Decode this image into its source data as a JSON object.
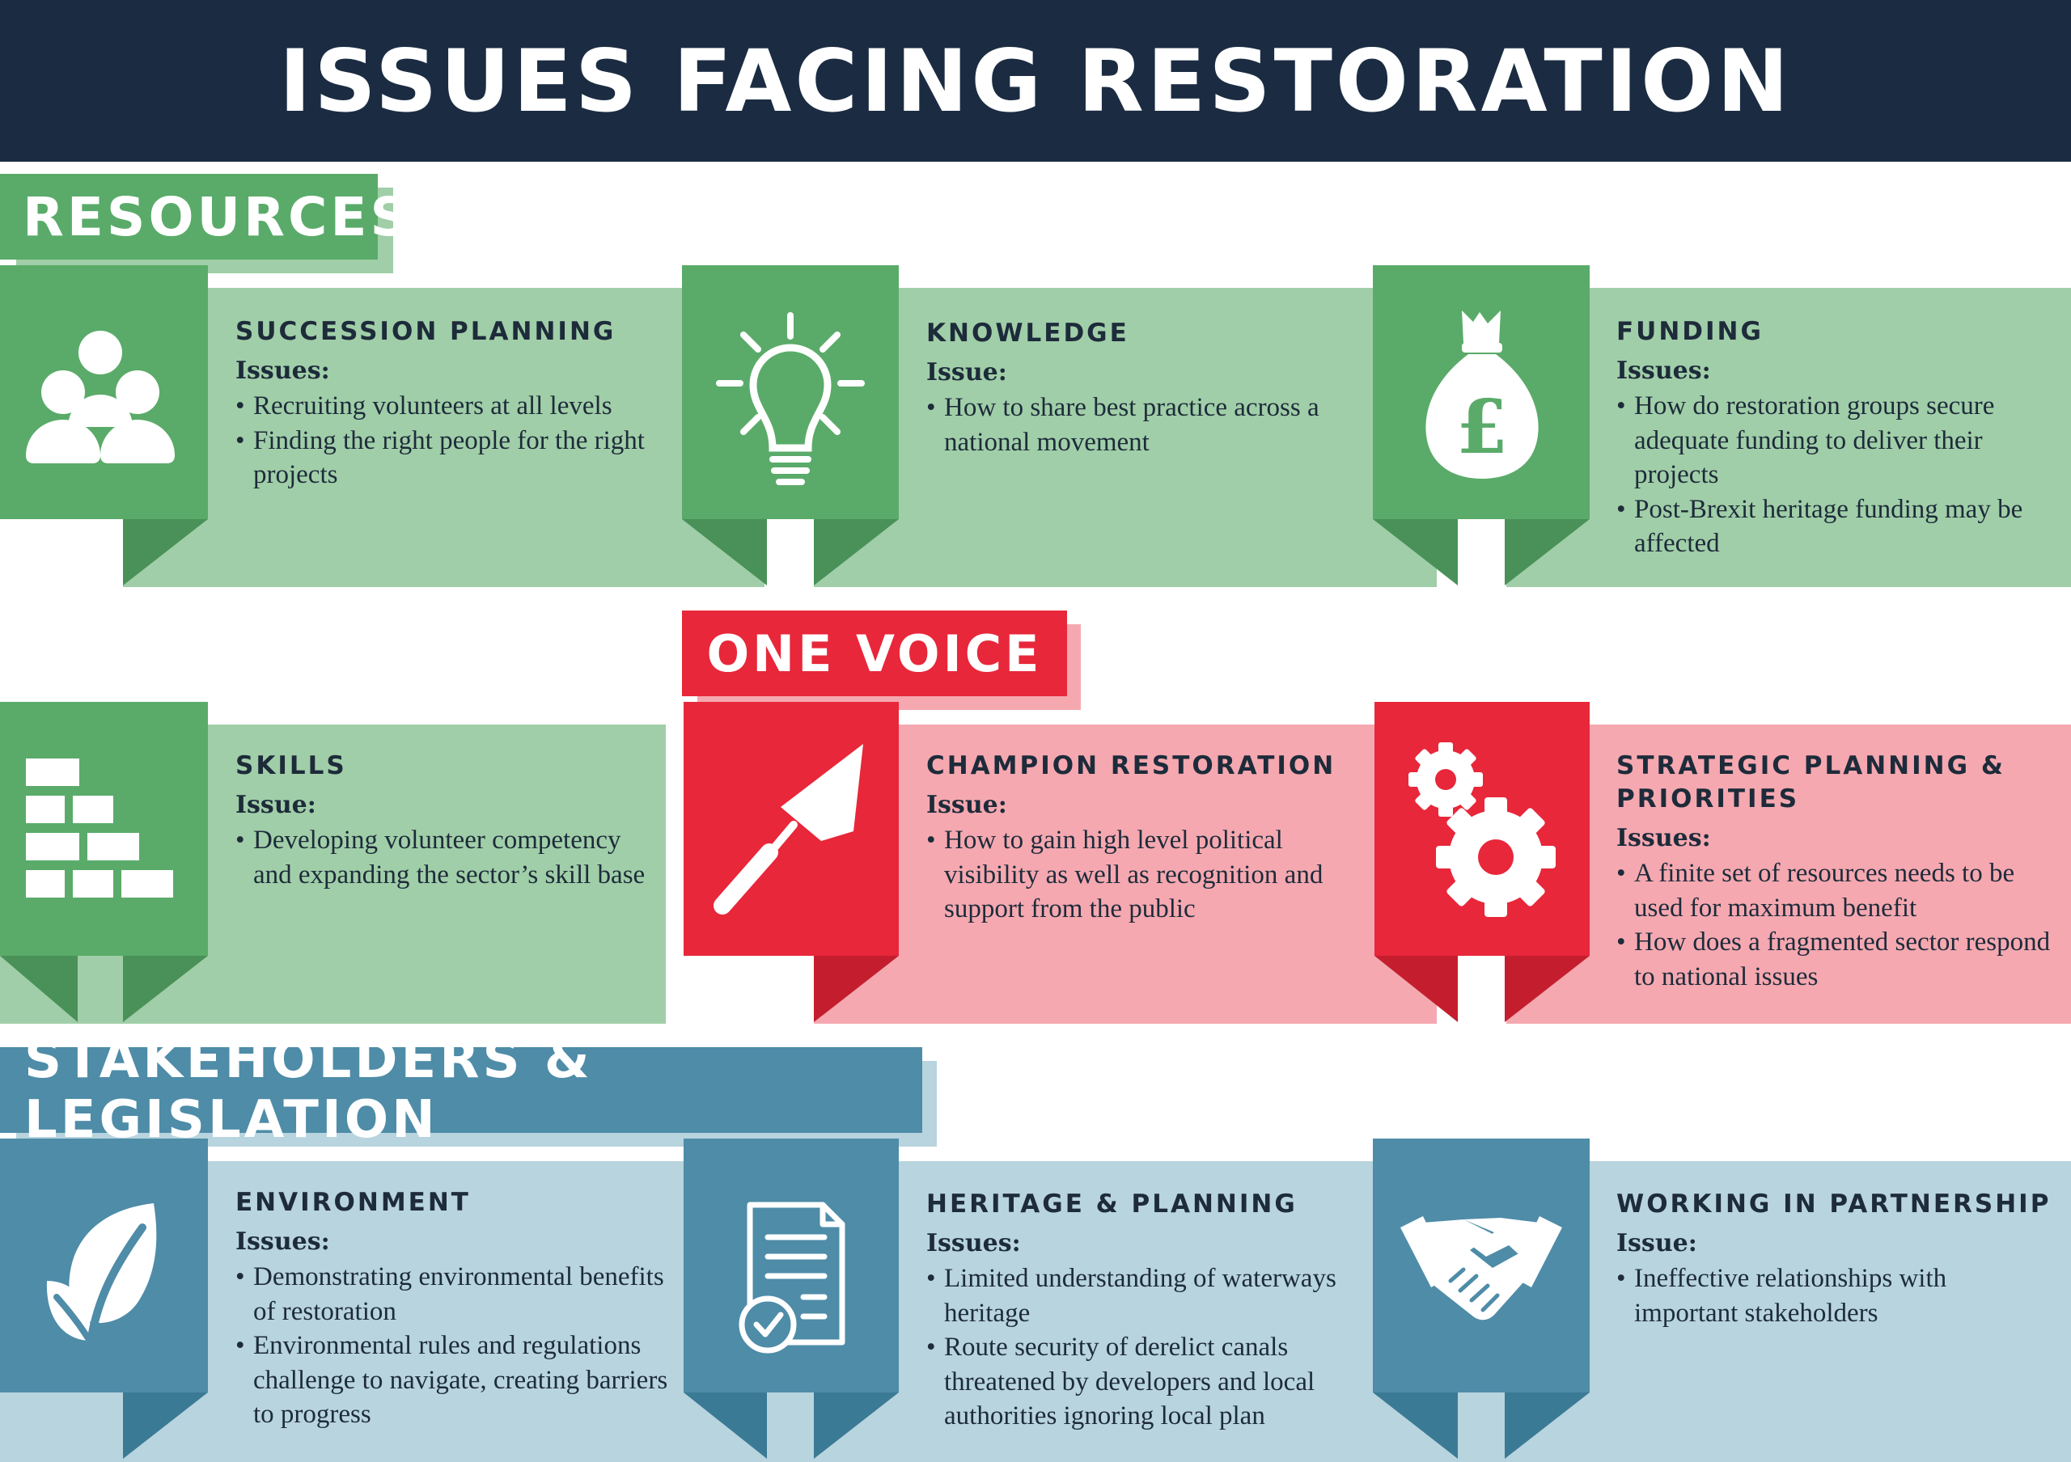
{
  "title": "ISSUES FACING RESTORATION",
  "colors": {
    "header": "#1b2c42",
    "green_dark": "#5aab69",
    "green_light": "#a0cea8",
    "red_dark": "#e8273a",
    "red_light": "#f5a8b0",
    "blue_dark": "#4e8ca8",
    "blue_light": "#b8d4de"
  },
  "sections": {
    "resources": {
      "label": "RESOURCES"
    },
    "one_voice": {
      "label": "ONE VOICE"
    },
    "stakeholders": {
      "label": "STAKEHOLDERS & LEGISLATION"
    }
  },
  "cards": [
    {
      "title": "SUCCESSION PLANNING",
      "issues_label": "Issues:",
      "icon": "people-group-icon",
      "items": [
        "Recruiting volunteers at all levels",
        "Finding the right people for the right projects"
      ]
    },
    {
      "title": "KNOWLEDGE",
      "issues_label": "Issue:",
      "icon": "lightbulb-icon",
      "items": [
        "How to share best practice across a national movement"
      ]
    },
    {
      "title": "FUNDING",
      "issues_label": "Issues:",
      "icon": "money-bag-icon",
      "items": [
        "How do restoration groups secure adequate funding to deliver their projects",
        "Post-Brexit heritage funding may be affected"
      ]
    },
    {
      "title": "SKILLS",
      "issues_label": "Issue:",
      "icon": "brick-wall-icon",
      "items": [
        "Developing volunteer competency and expanding the sector’s skill base"
      ]
    },
    {
      "title": "CHAMPION RESTORATION",
      "issues_label": "Issue:",
      "icon": "trowel-icon",
      "items": [
        "How to gain high level political visibility as well as recognition and support from the public"
      ]
    },
    {
      "title": "STRATEGIC PLANNING & PRIORITIES",
      "issues_label": "Issues:",
      "icon": "gears-icon",
      "items": [
        "A finite set of resources needs to be used for maximum benefit",
        "How does a fragmented sector respond to national issues"
      ]
    },
    {
      "title": "ENVIRONMENT",
      "issues_label": "Issues:",
      "icon": "leaf-icon",
      "items": [
        "Demonstrating environmental benefits of restoration",
        "Environmental rules and regulations challenge to navigate, creating barriers to progress"
      ]
    },
    {
      "title": "HERITAGE & PLANNING",
      "issues_label": "Issues:",
      "icon": "document-check-icon",
      "items": [
        "Limited understanding of waterways heritage",
        "Route security of derelict canals threatened by developers and local authorities ignoring local plan"
      ]
    },
    {
      "title": "WORKING IN PARTNERSHIP",
      "issues_label": "Issue:",
      "icon": "handshake-icon",
      "items": [
        "Ineffective relationships with important stakeholders"
      ]
    }
  ]
}
